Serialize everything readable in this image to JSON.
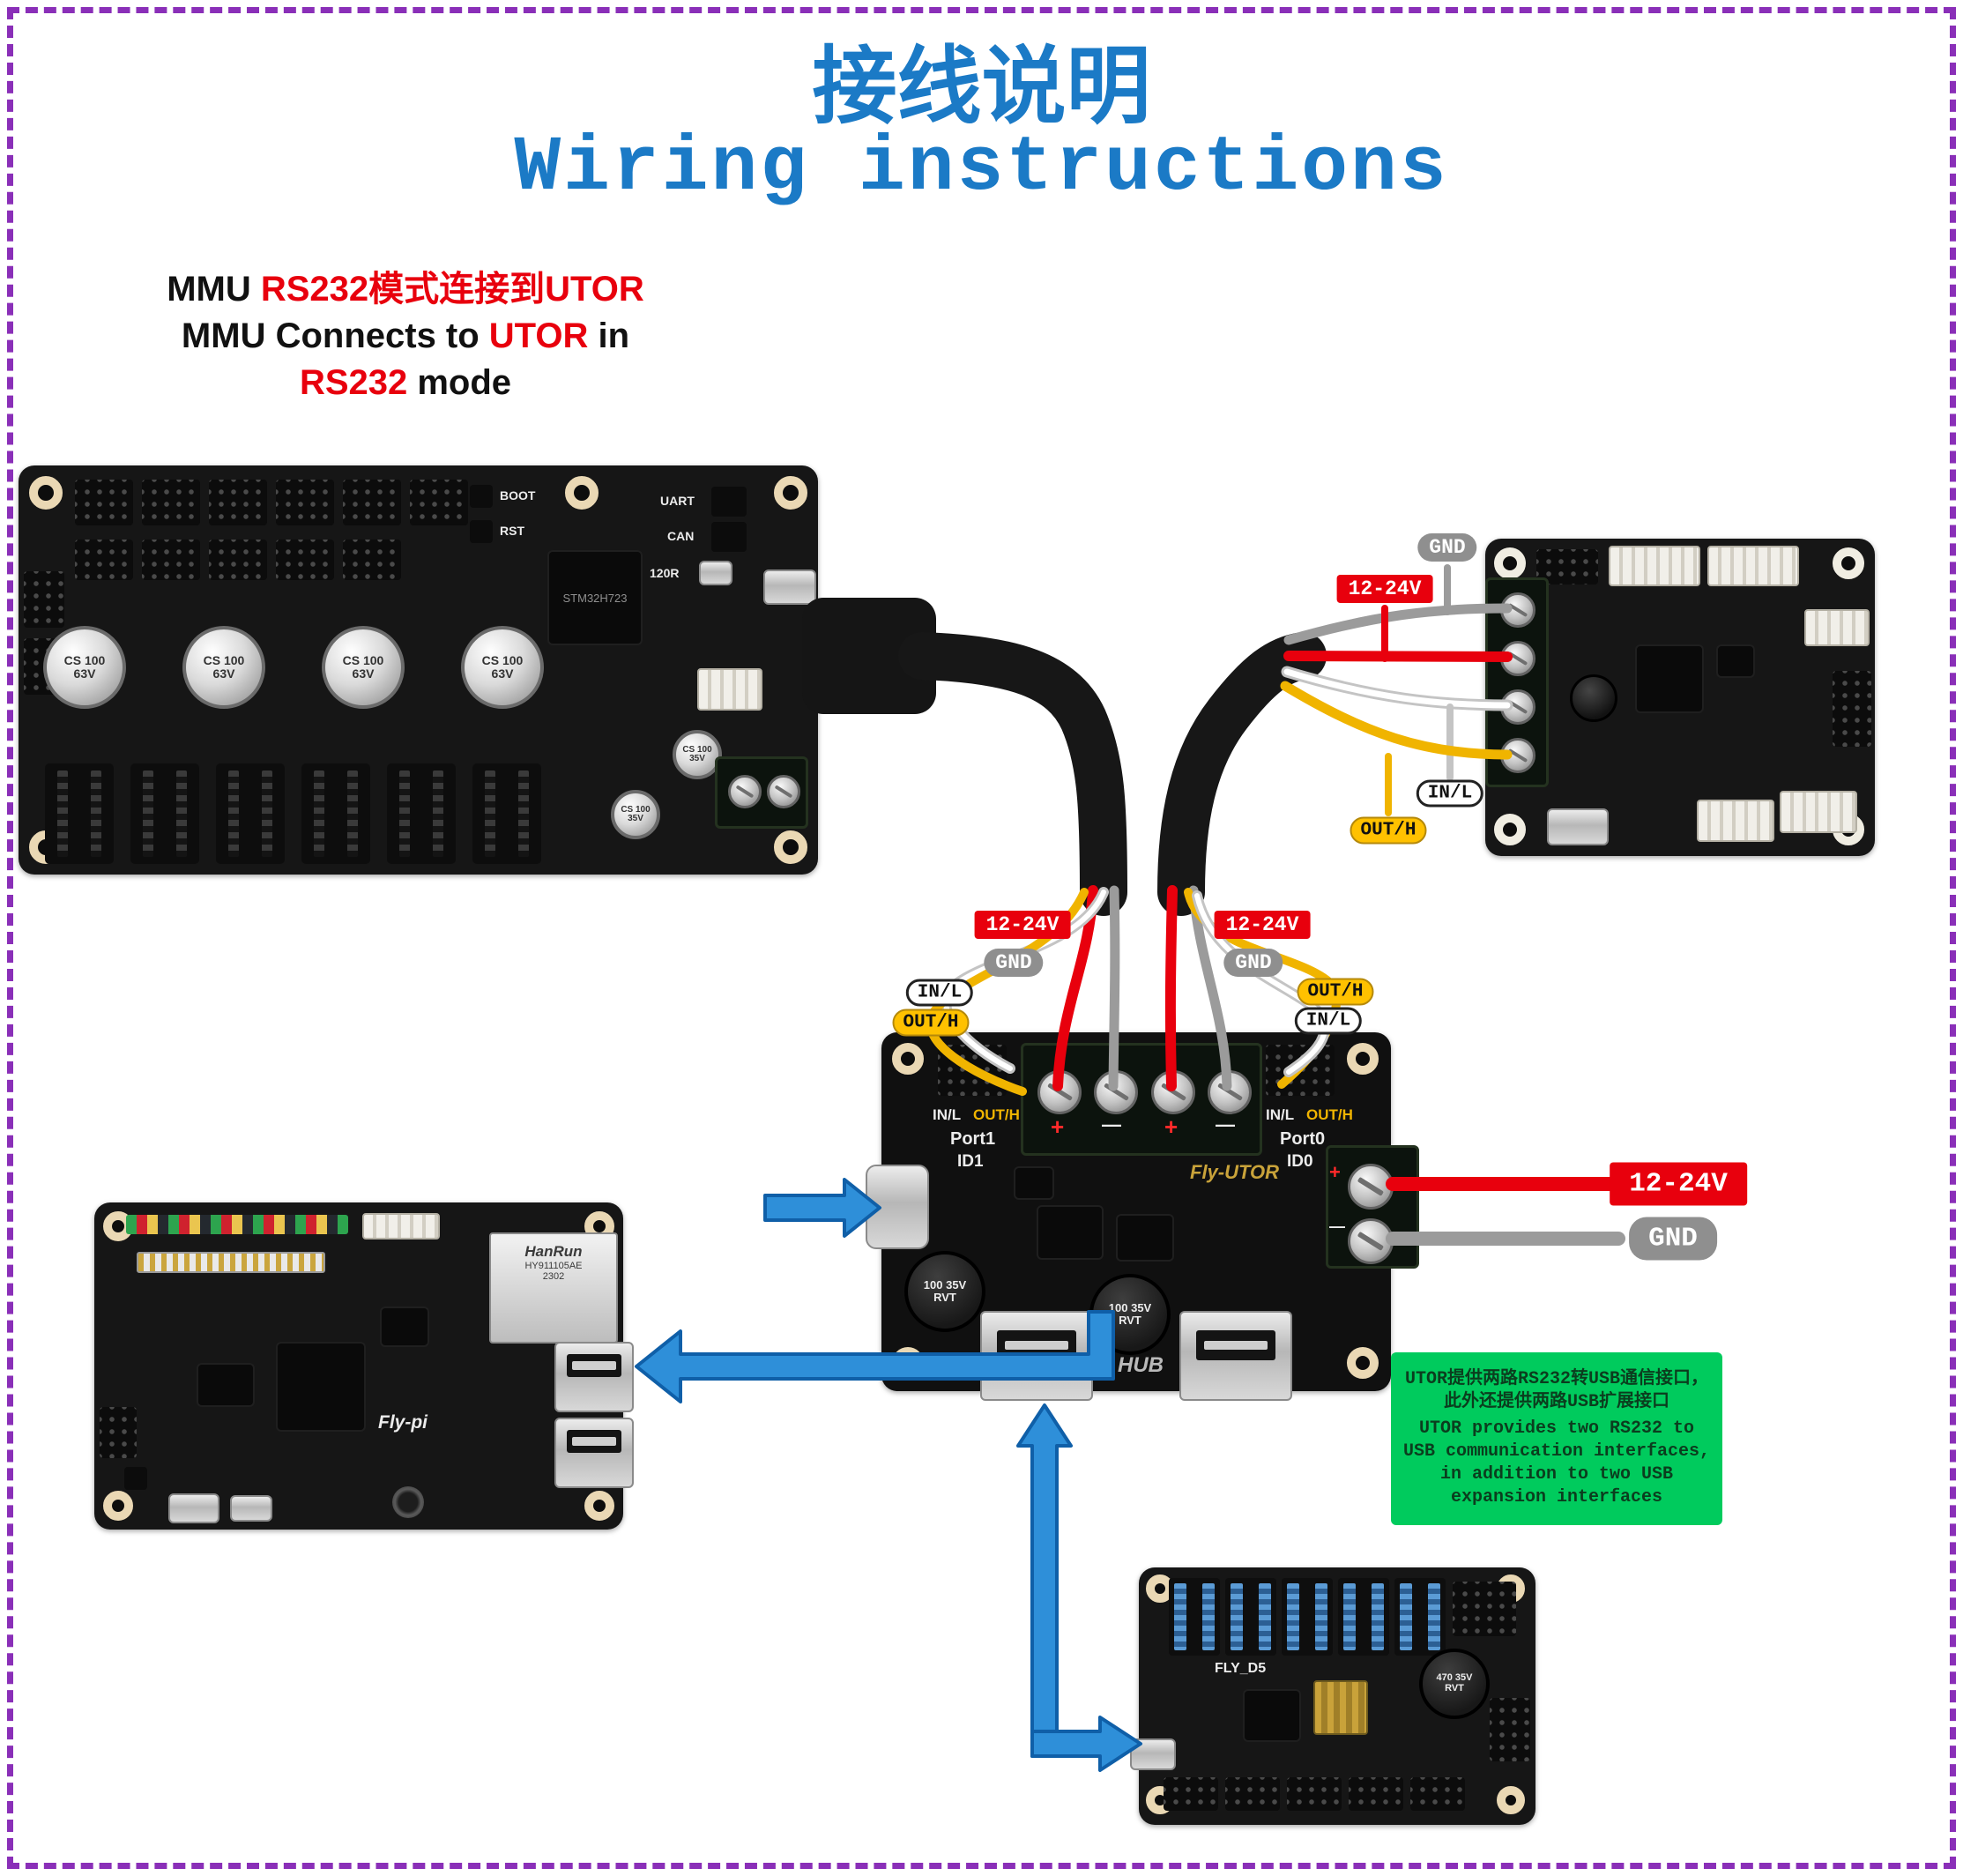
{
  "titles": {
    "cn": "接线说明",
    "en": "Wiring instructions"
  },
  "intro": {
    "l1_a": "MMU ",
    "l1_b": "RS232模式连接到UTOR",
    "l2_a": "MMU Connects to ",
    "l2_b": "UTOR",
    "l2_c": " in",
    "l3_a": "RS232",
    "l3_b": " mode"
  },
  "labels": {
    "power": "12-24V",
    "gnd": "GND",
    "in_l": "IN/L",
    "out_h": "OUT/H"
  },
  "utor_board": {
    "name": "Fly-UTOR",
    "port1": "Port1",
    "id1": "ID1",
    "port0": "Port0",
    "id0": "ID0",
    "in_l": "IN/L",
    "out_h": "OUT/H",
    "plus": "+",
    "minus": "—",
    "hub": "HUB",
    "cap": "100 35V RVT"
  },
  "mmu_board": {
    "chip": "STM32H723",
    "boot": "BOOT",
    "rst": "RST",
    "uart": "UART",
    "can": "CAN",
    "r120": "120R",
    "cap_big": "CS 100 63V",
    "cap_small": "CS 100 35V"
  },
  "flypi_board": {
    "name": "Fly-pi",
    "eth_brand": "HanRun",
    "eth_model": "HY911105AE",
    "eth_year": "2302"
  },
  "d5_board": {
    "name": "FLY_D5",
    "cap": "470 35V RVT"
  },
  "note_box": {
    "cn": "UTOR提供两路RS232转USB通信接口，此外还提供两路USB扩展接口",
    "en": "UTOR provides two RS232 to USB communication interfaces, in addition to two USB expansion interfaces"
  },
  "colors": {
    "accent_blue": "#1b7ac6",
    "label_red": "#e8000d",
    "label_gray": "#8f8f8f",
    "label_yellow": "#ffc100",
    "note_green": "#00cb5d",
    "border_purple": "#8a2fb8"
  }
}
